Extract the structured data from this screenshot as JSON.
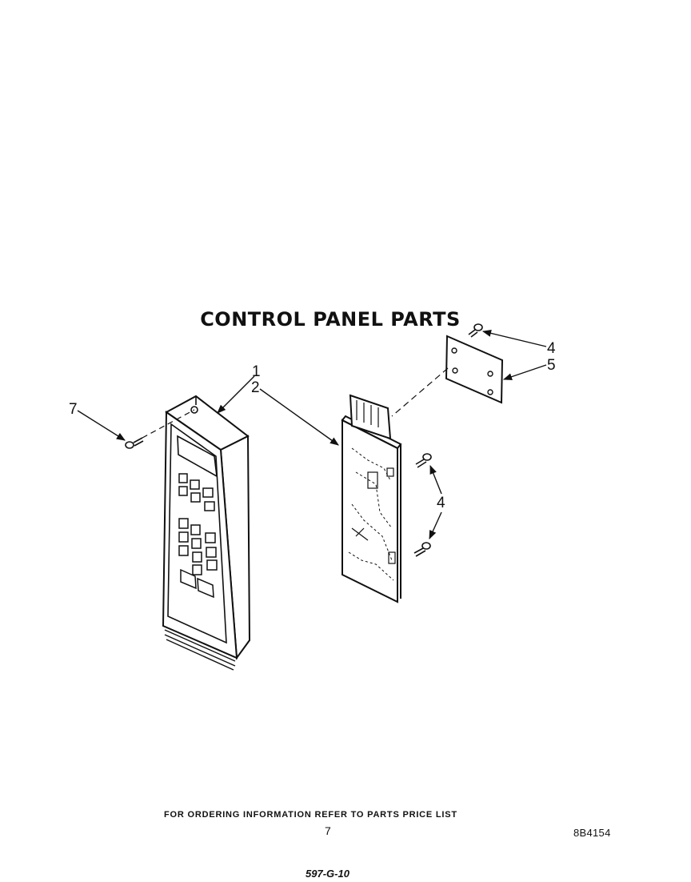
{
  "page": {
    "title": "CONTROL PANEL PARTS",
    "footer_note": "FOR ORDERING INFORMATION REFER TO PARTS PRICE LIST",
    "page_number": "7",
    "document_id": "8B4154",
    "handwritten_note": "597-G-10"
  },
  "callouts": {
    "c1": "1",
    "c2": "2",
    "c4a": "4",
    "c5": "5",
    "c4b": "4",
    "c7": "7"
  }
}
